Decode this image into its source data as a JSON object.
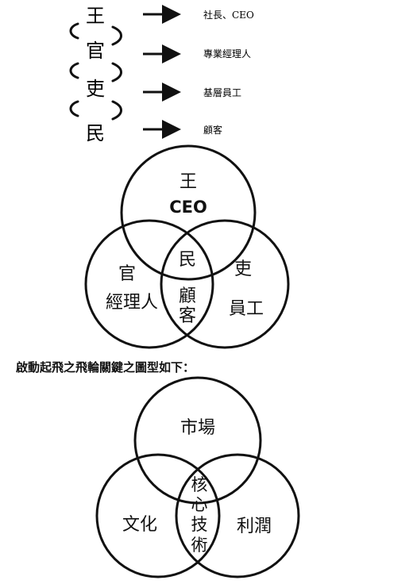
{
  "hierarchy": {
    "levels": [
      {
        "char": "王",
        "label": "社長、CEO"
      },
      {
        "char": "官",
        "label": "專業經理人"
      },
      {
        "char": "吏",
        "label": "基層員工"
      },
      {
        "char": "民",
        "label": "顧客"
      }
    ]
  },
  "venn1": {
    "top": {
      "line1": "王",
      "line2": "CEO"
    },
    "left": {
      "line1": "官",
      "line2": "經理人"
    },
    "right": {
      "line1": "吏",
      "line2": "員工"
    },
    "center": {
      "line1": "民",
      "line2": "顧",
      "line3": "客"
    }
  },
  "caption": "啟動起飛之飛輪關鍵之圖型如下：",
  "venn2": {
    "top": "市場",
    "left": "文化",
    "right": "利潤",
    "center": [
      "核",
      "心",
      "技",
      "術"
    ]
  },
  "colors": {
    "stroke": "#111111",
    "background": "#ffffff"
  }
}
